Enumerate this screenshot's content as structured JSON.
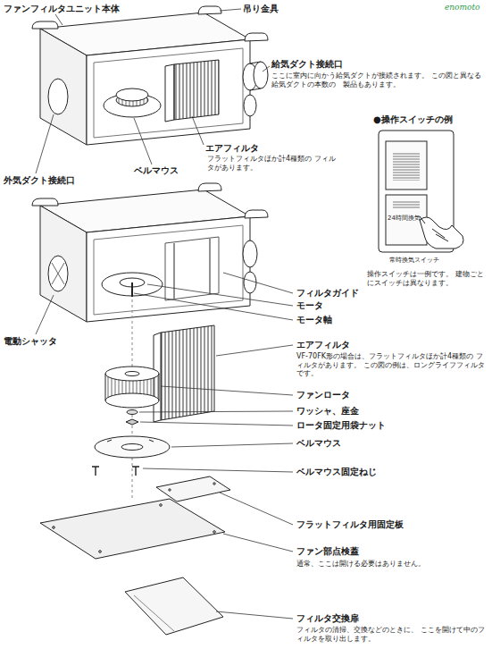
{
  "diagram": {
    "labels": [
      "enomoto",
      "ファンフィルタユニット本体",
      "吊り金具",
      "給気ダクト接続口",
      "ここに室内に向かう給気ダクトが接続されます。 この図と異なる給気ダクトの本数の　製品もあります。",
      "エアフィルタ",
      "フラットフィルタほか計4種類の フィルタがあります。",
      "ベルマウス",
      "外気ダクト接続口",
      "●操作スイッチの例",
      "24時間換気",
      "常時換気スイッチ",
      "操作スイッチは一例です。 建物ごとにスイッチは異なります。",
      "フィルタガイド",
      "モータ",
      "モータ軸",
      "電動シャッタ",
      "エアフィルタ",
      "VF-70FK形の場合は、フラットフィルタほか計4種類の フィルタがあります。 この図の例は、ロングライフフィルタです。",
      "ファンロータ",
      "ワッシャ、座金",
      "ロータ固定用袋ナット",
      "ベルマウス",
      "ベルマウス固定ねじ",
      "フラットフィルタ用固定板",
      "ファン部点検蓋",
      "通常、ここは開ける必要はありません。",
      "フィルタ交換扉",
      "フィルタの清掃、交換などのときに、 ここを開けて中のフィルタを取り出します。"
    ]
  }
}
